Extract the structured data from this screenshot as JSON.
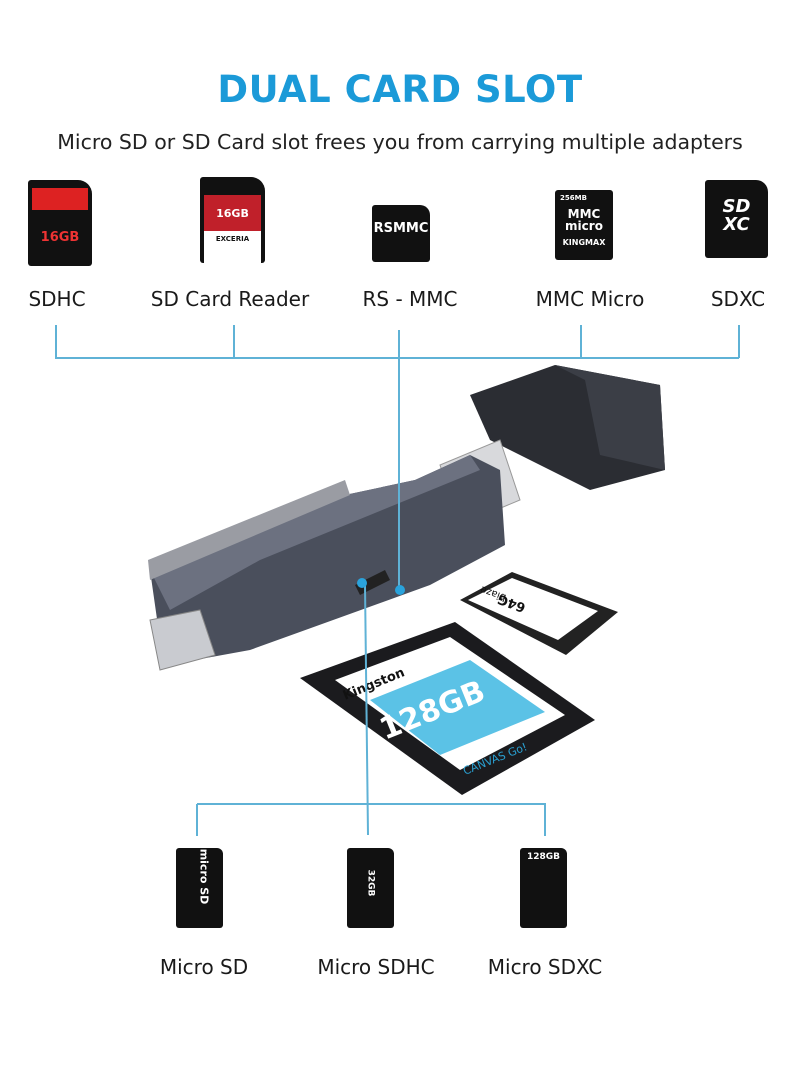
{
  "header": {
    "title": "DUAL CARD SLOT",
    "subtitle": "Micro SD or SD Card slot frees you from carrying multiple adapters"
  },
  "top_cards": [
    {
      "label": "SDHC",
      "card_text": "16GB"
    },
    {
      "label": "SD Card Reader",
      "card_text": "16GB",
      "card_brand": "EXCERIA"
    },
    {
      "label": "RS - MMC",
      "card_text": "RSMMC"
    },
    {
      "label": "MMC Micro",
      "card_text": "MMC micro",
      "card_brand": "KINGMAX",
      "card_capacity": "256MB"
    },
    {
      "label": "SDXC",
      "card_text": "SD XC"
    }
  ],
  "product": {
    "sd_card_brand": "Kingston",
    "sd_card_capacity": "128GB",
    "sd_card_series": "CANVAS Go!",
    "micro_card_brand": "biaze",
    "micro_card_capacity": "64G"
  },
  "bottom_cards": [
    {
      "label": "Micro SD",
      "card_text": "micro SD"
    },
    {
      "label": "Micro SDHC",
      "card_text": "32GB"
    },
    {
      "label": "Micro SDXC",
      "card_text": "128GB"
    }
  ],
  "colors": {
    "accent": "#1b9ad8",
    "connector_line": "#5fb2d6",
    "device_body": "#4a4f5c"
  }
}
